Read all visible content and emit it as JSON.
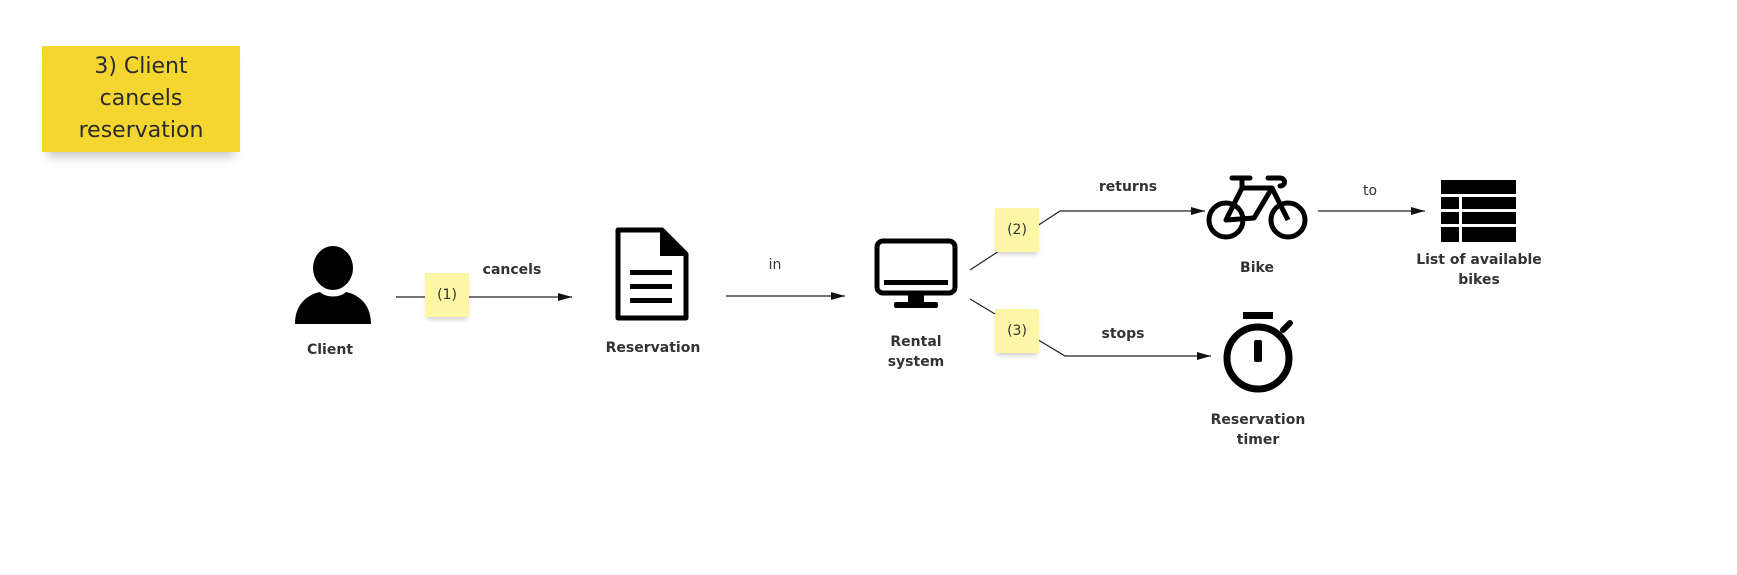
{
  "title_note": "3) Client cancels reservation",
  "nodes": {
    "client": "Client",
    "reservation": "Reservation",
    "rental_system": "Rental system",
    "bike": "Bike",
    "reservation_timer": "Reservation timer",
    "list_bikes": "List of available bikes"
  },
  "edges": {
    "cancels": "cancels",
    "in": "in",
    "returns": "returns",
    "stops": "stops",
    "to": "to"
  },
  "steps": [
    "(1)",
    "(2)",
    "(3)"
  ],
  "colors": {
    "title_note": "#f5d630",
    "step_note": "#fdf6a6",
    "ink": "#000000"
  }
}
